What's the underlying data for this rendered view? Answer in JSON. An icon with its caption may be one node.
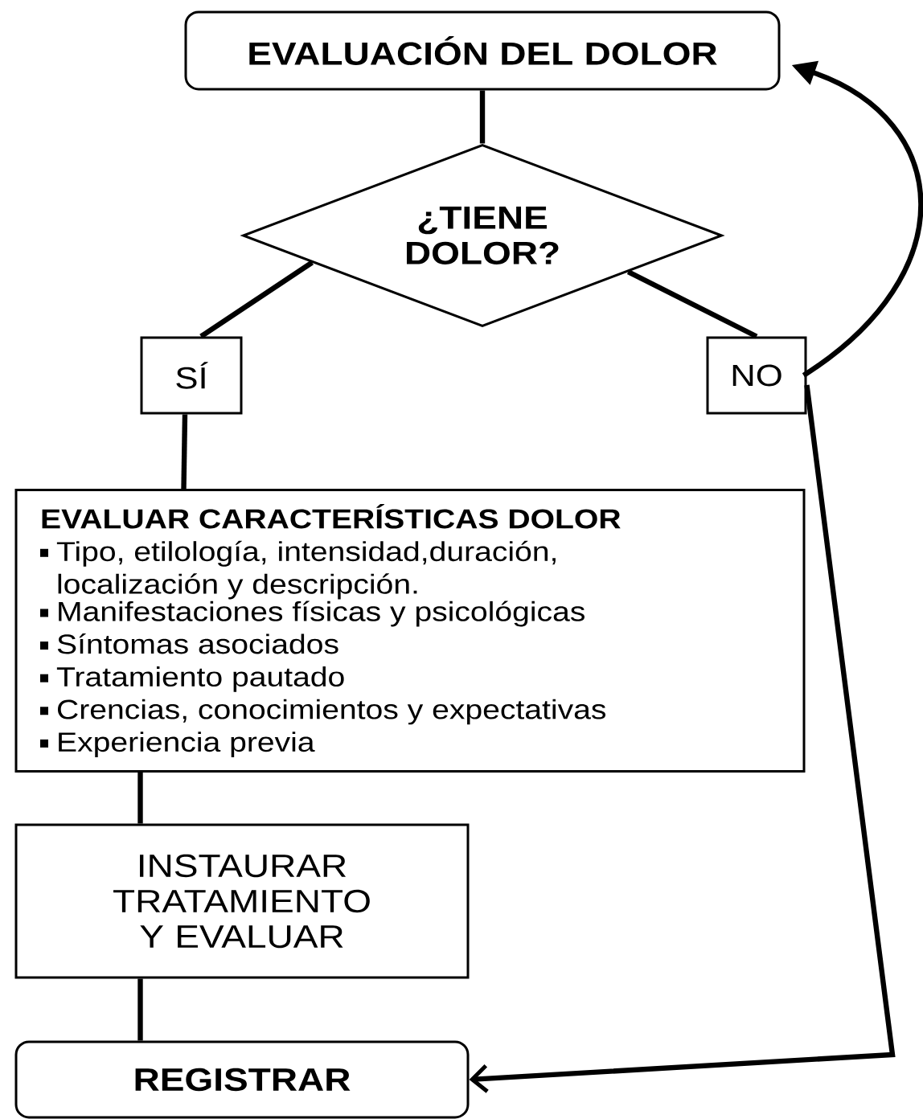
{
  "diagram": {
    "nodes": [
      {
        "text": [
          "EVALUACIÓN DEL DOLOR"
        ]
      },
      {
        "text": [
          "¿TIENE DOLOR?"
        ]
      },
      {
        "text": [
          "SÍ"
        ]
      },
      {
        "text": [
          "NO"
        ]
      },
      {
        "text": [
          "EVALUAR CARACTERÍSTICAS DOLOR",
          "Tipo, etilología, intensidad,duración, localización y descripción.",
          "Manifestaciones físicas y psicológicas",
          "Síntomas asociados",
          "Tratamiento pautado",
          "Crencias, conocimientos y expectativas",
          "Experiencia previa"
        ]
      },
      {
        "text": [
          "INSTAURAR TRATAMIENTO Y EVALUAR"
        ]
      },
      {
        "text": [
          "REGISTRAR"
        ]
      }
    ],
    "edges": [
      {
        "from": 0,
        "to": 1,
        "arrow": "none"
      },
      {
        "from": 1,
        "to": 2,
        "arrow": "none"
      },
      {
        "from": 1,
        "to": 3,
        "arrow": "none"
      },
      {
        "from": 3,
        "to": 0,
        "arrow": "to"
      },
      {
        "from": 2,
        "to": 4,
        "arrow": "none"
      },
      {
        "from": 4,
        "to": 5,
        "arrow": "none"
      },
      {
        "from": 5,
        "to": 6,
        "arrow": "none"
      },
      {
        "from": 3,
        "to": 6,
        "arrow": "to"
      }
    ]
  }
}
